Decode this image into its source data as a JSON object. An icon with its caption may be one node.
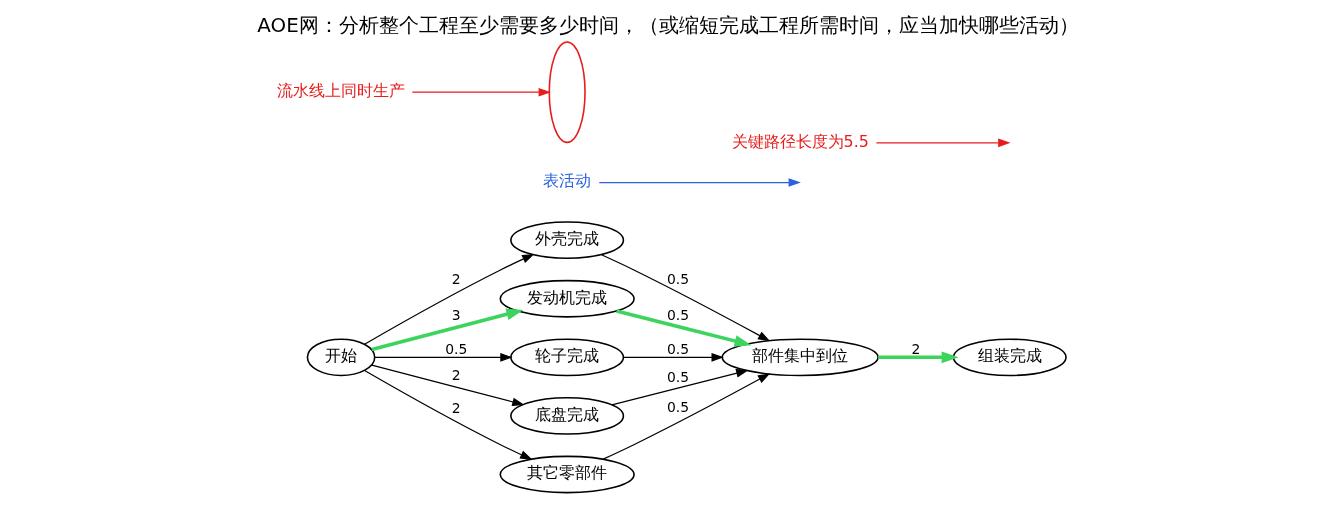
{
  "diagram": {
    "title": "AOE网：分析整个工程至少需要多少时间，（或缩短完成工程所需时间，应当加快哪些活动）",
    "nodes": [
      {
        "text": [
          "开始"
        ]
      },
      {
        "text": [
          "外壳完成"
        ]
      },
      {
        "text": [
          "发动机完成"
        ]
      },
      {
        "text": [
          "轮子完成"
        ]
      },
      {
        "text": [
          "底盘完成"
        ]
      },
      {
        "text": [
          "其它零部件"
        ]
      },
      {
        "text": [
          "部件集中到位"
        ]
      },
      {
        "text": [
          "组装完成"
        ]
      },
      {
        "text": [
          "表活动"
        ]
      },
      {
        "text": [],
        "shape": "ellipse"
      },
      {
        "text": [
          "流水线上同时生产"
        ]
      },
      {
        "text": [
          "关键路径长度为5.5"
        ]
      }
    ],
    "edges": [
      {
        "from": 0,
        "to": 1,
        "arrow": "to",
        "label": "2"
      },
      {
        "from": 0,
        "to": 2,
        "arrow": "to",
        "label": "3",
        "style": "thick",
        "color": "#3cd45c"
      },
      {
        "from": 0,
        "to": 3,
        "arrow": "to",
        "label": "0.5"
      },
      {
        "from": 0,
        "to": 4,
        "arrow": "to",
        "label": "2"
      },
      {
        "from": 0,
        "to": 5,
        "arrow": "to",
        "label": "2"
      },
      {
        "from": 1,
        "to": 6,
        "arrow": "to",
        "label": "0.5"
      },
      {
        "from": 2,
        "to": 6,
        "arrow": "to",
        "label": "0.5",
        "style": "thick",
        "color": "#3cd45c"
      },
      {
        "from": 3,
        "to": 6,
        "arrow": "to",
        "label": "0.5"
      },
      {
        "from": 4,
        "to": 6,
        "arrow": "to",
        "label": "0.5"
      },
      {
        "from": 5,
        "to": 6,
        "arrow": "to",
        "label": "0.5"
      },
      {
        "from": 6,
        "to": 7,
        "arrow": "to",
        "label": "2",
        "style": "thick",
        "color": "#3cd45c"
      },
      {
        "from": 8,
        "to": null,
        "arrow": "to",
        "color": "#2a62e0"
      },
      {
        "from": 10,
        "to": 9,
        "arrow": "to",
        "color": "#e81c1c"
      },
      {
        "from": 11,
        "to": null,
        "arrow": "to",
        "color": "#e81c1c"
      }
    ]
  }
}
